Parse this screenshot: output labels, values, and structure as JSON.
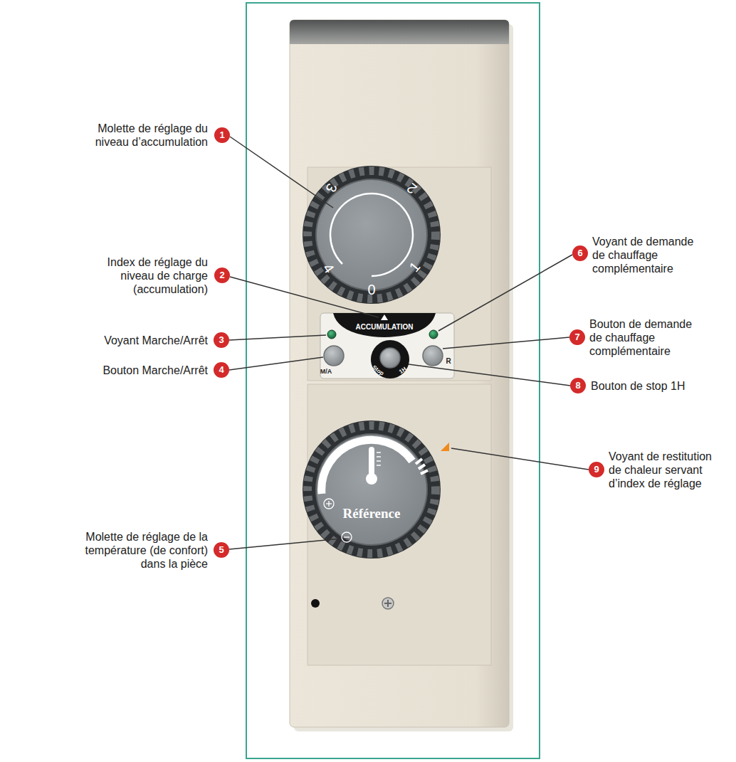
{
  "diagram": {
    "labels": [
      "Molette de réglage du niveau d’accumulation",
      "1",
      "Index de réglage du niveau de charge (accumulation)",
      "2",
      "Voyant Marche/Arrêt",
      "3",
      "Bouton Marche/Arrêt",
      "4",
      "Molette de réglage de la température (de confort) dans la pièce",
      "5",
      "Voyant de demande de chauffage complémentaire",
      "6",
      "Bouton de demande de chauffage complémentaire",
      "7",
      "Bouton de stop 1H",
      "8",
      "Voyant de restitution de chaleur servant d’index de réglage",
      "9",
      "0",
      "1",
      "2",
      "3",
      "4",
      "ACCUMULATION",
      "M/A",
      "Stop",
      "1H",
      "R",
      "Référence"
    ]
  }
}
